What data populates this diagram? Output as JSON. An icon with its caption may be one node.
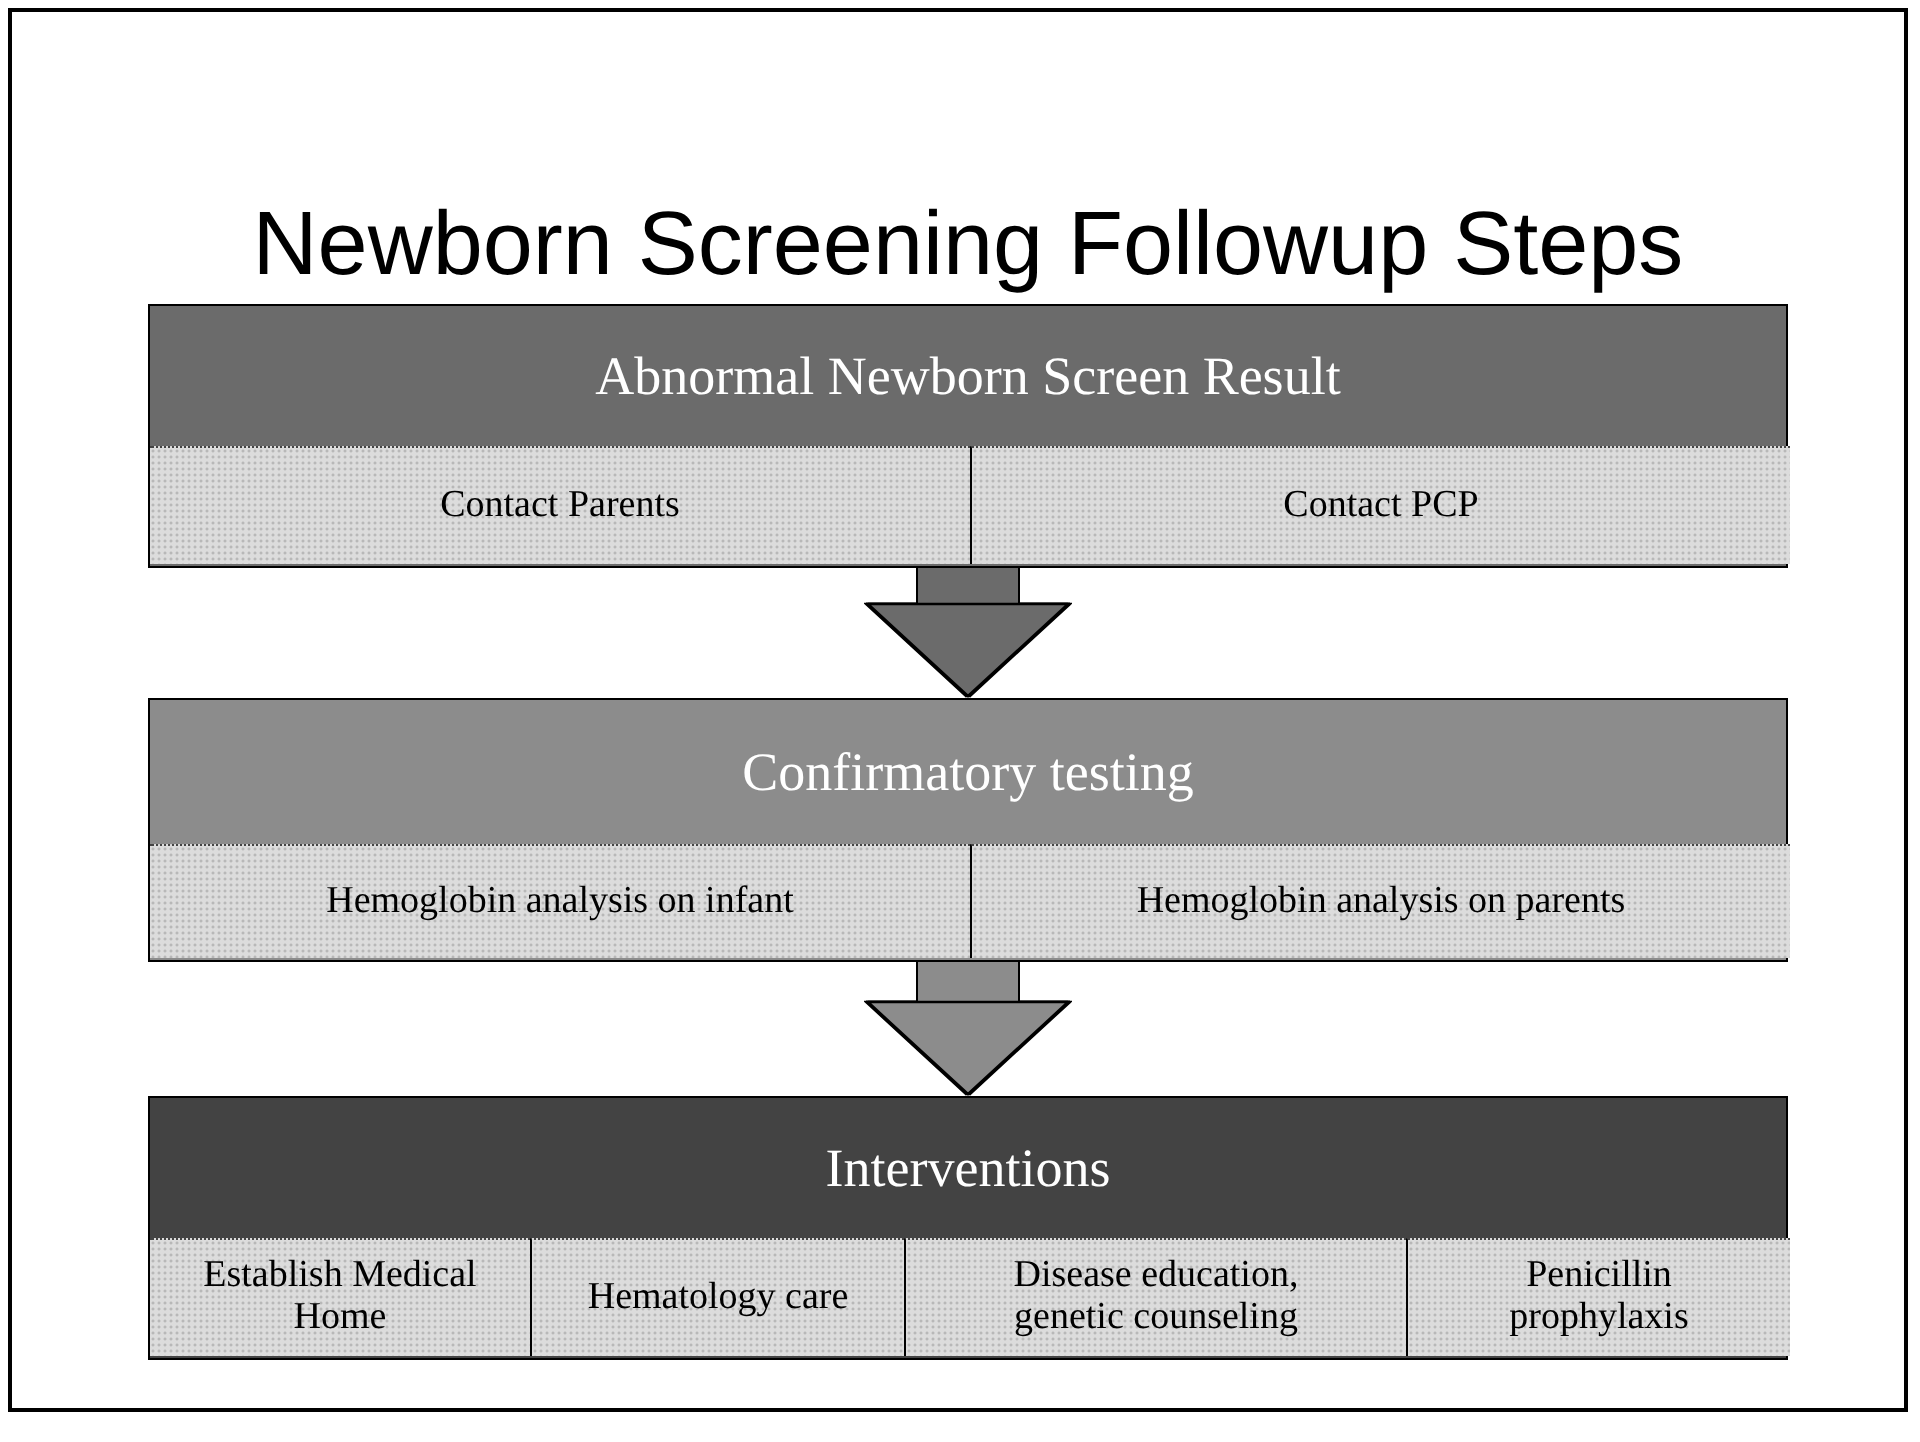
{
  "diagram": {
    "title": "Newborn Screening Followup Steps",
    "nodes": [
      {
        "text": [
          "Abnormal Newborn Screen Result"
        ]
      },
      {
        "text": [
          "Contact Parents"
        ],
        "in": 0
      },
      {
        "text": [
          "Contact PCP"
        ],
        "in": 0
      },
      {
        "text": [
          "Confirmatory testing"
        ]
      },
      {
        "text": [
          "Hemoglobin analysis on infant"
        ],
        "in": 3
      },
      {
        "text": [
          "Hemoglobin analysis on parents"
        ],
        "in": 3
      },
      {
        "text": [
          "Interventions"
        ]
      },
      {
        "text": [
          "Establish Medical Home"
        ],
        "in": 6
      },
      {
        "text": [
          "Hematology care"
        ],
        "in": 6
      },
      {
        "text": [
          "Disease education, genetic counseling"
        ],
        "in": 6
      },
      {
        "text": [
          "Penicillin prophylaxis"
        ],
        "in": 6
      }
    ],
    "edges": [
      {
        "from": 0,
        "to": 3,
        "arrow": "to",
        "color": "#6b6b6b"
      },
      {
        "from": 3,
        "to": 6,
        "arrow": "to",
        "color": "#8c8c8c"
      }
    ]
  }
}
